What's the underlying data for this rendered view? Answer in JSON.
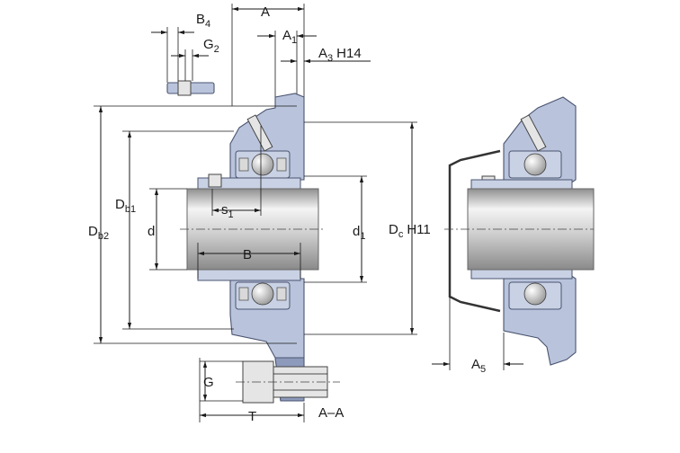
{
  "labels": {
    "A": "A",
    "A1": "A",
    "A1_sub": "1",
    "A3": "A",
    "A3_sub": "3",
    "A3_tol": "H14",
    "B4": "B",
    "B4_sub": "4",
    "G2": "G",
    "G2_sub": "2",
    "Db2": "D",
    "Db2_sub": "b2",
    "Db1": "D",
    "Db1_sub": "b1",
    "d": "d",
    "s1": "s",
    "s1_sub": "1",
    "B": "B",
    "d1": "d",
    "d1_sub": "1",
    "Dc": "D",
    "Dc_sub": "c",
    "Dc_tol": "H11",
    "A5": "A",
    "A5_sub": "5",
    "G": "G",
    "section": "A–A",
    "T": "T"
  },
  "colors": {
    "housing": "#b9c4dc",
    "housing_dark": "#8d9abb",
    "shaft_light": "#f2f2f2",
    "shaft_dark": "#9a9a9a",
    "line": "#1a1a1a"
  }
}
